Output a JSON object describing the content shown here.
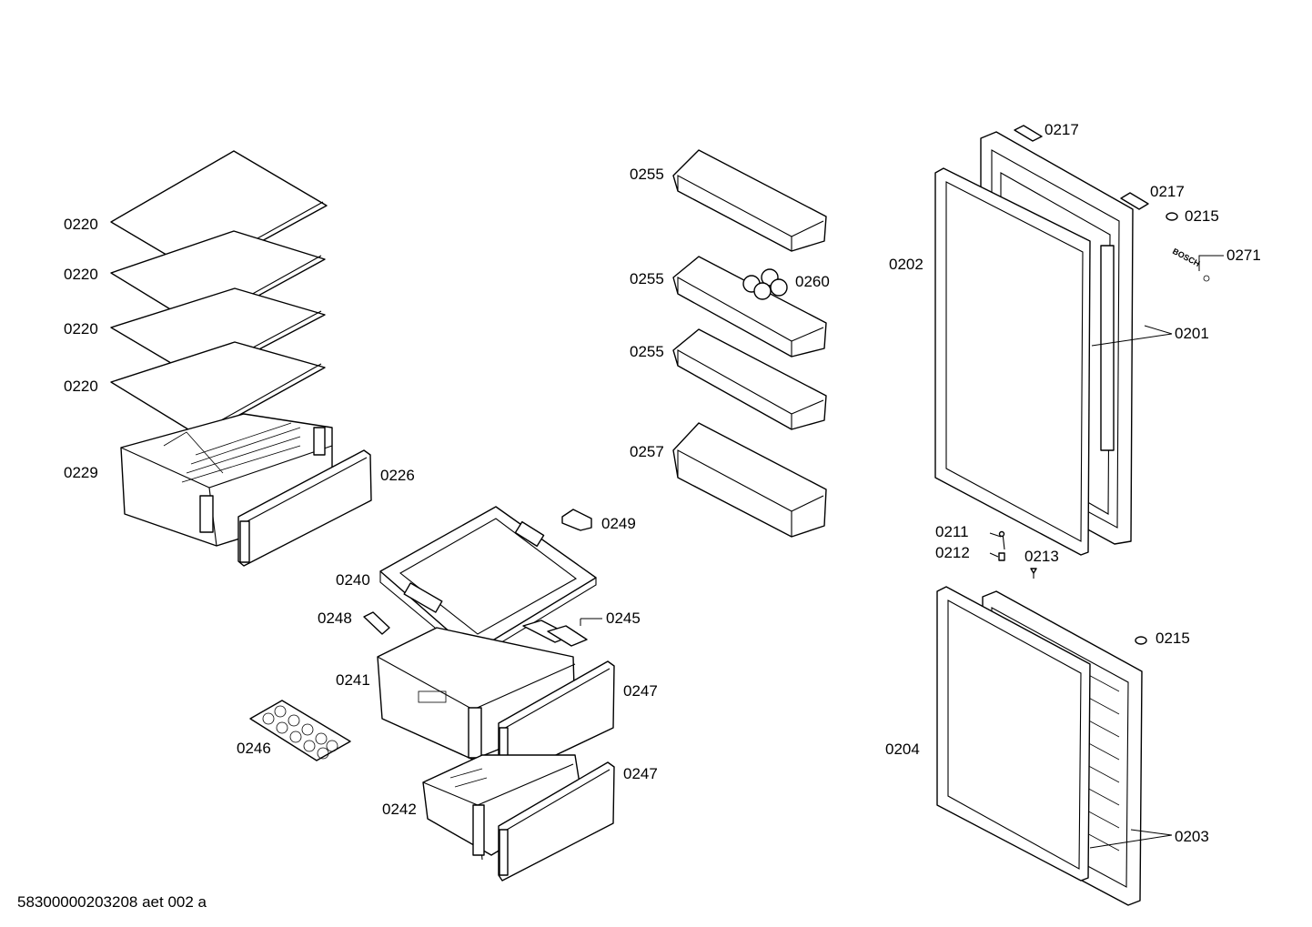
{
  "labels": {
    "l0220a": "0220",
    "l0220b": "0220",
    "l0220c": "0220",
    "l0220d": "0220",
    "l0229": "0229",
    "l0226": "0226",
    "l0249": "0249",
    "l0240": "0240",
    "l0248": "0248",
    "l0245": "0245",
    "l0241": "0241",
    "l0247a": "0247",
    "l0247b": "0247",
    "l0246": "0246",
    "l0242": "0242",
    "l0255a": "0255",
    "l0255b": "0255",
    "l0255c": "0255",
    "l0260": "0260",
    "l0257": "0257",
    "l0217a": "0217",
    "l0217b": "0217",
    "l0215a": "0215",
    "l0271": "0271",
    "l0202": "0202",
    "l0201": "0201",
    "l0211": "0211",
    "l0212": "0212",
    "l0213": "0213",
    "l0215b": "0215",
    "l0204": "0204",
    "l0203": "0203"
  },
  "logo_text": "BOSCH",
  "footer": "58300000203208 aet 002 a"
}
